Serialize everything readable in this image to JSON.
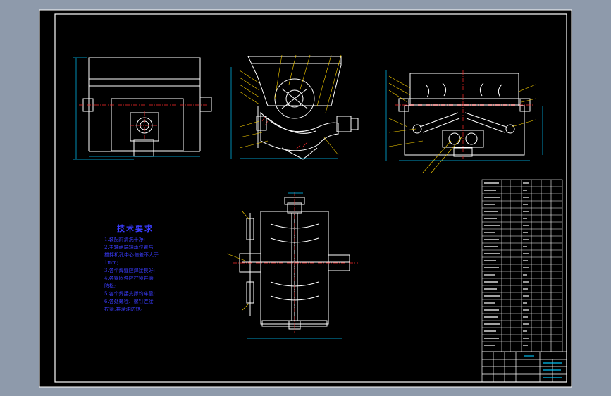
{
  "colors": {
    "background": "#8e9aab",
    "sheet": "#000000",
    "border": "#ffffff",
    "geometry": "#ffffff",
    "dimension": "#00c8ff",
    "leader": "#ffd400",
    "centerline": "#ff2a2a",
    "notes": "#3a3cff"
  },
  "technical_requirements": {
    "title": "技术要求",
    "items": [
      "1.装配前清洗干净;",
      "2.主轴两端轴承位置与",
      "搅拌机孔中心偏差不大于",
      "1mm;",
      "3.各个焊缝应焊接良好;",
      "4.各紧固件应拧紧并涂",
      "防松;",
      "5.各个焊接支撑均牢靠;",
      "6.各处螺栓、螺钉连接",
      "拧紧,并涂油防锈。"
    ]
  }
}
